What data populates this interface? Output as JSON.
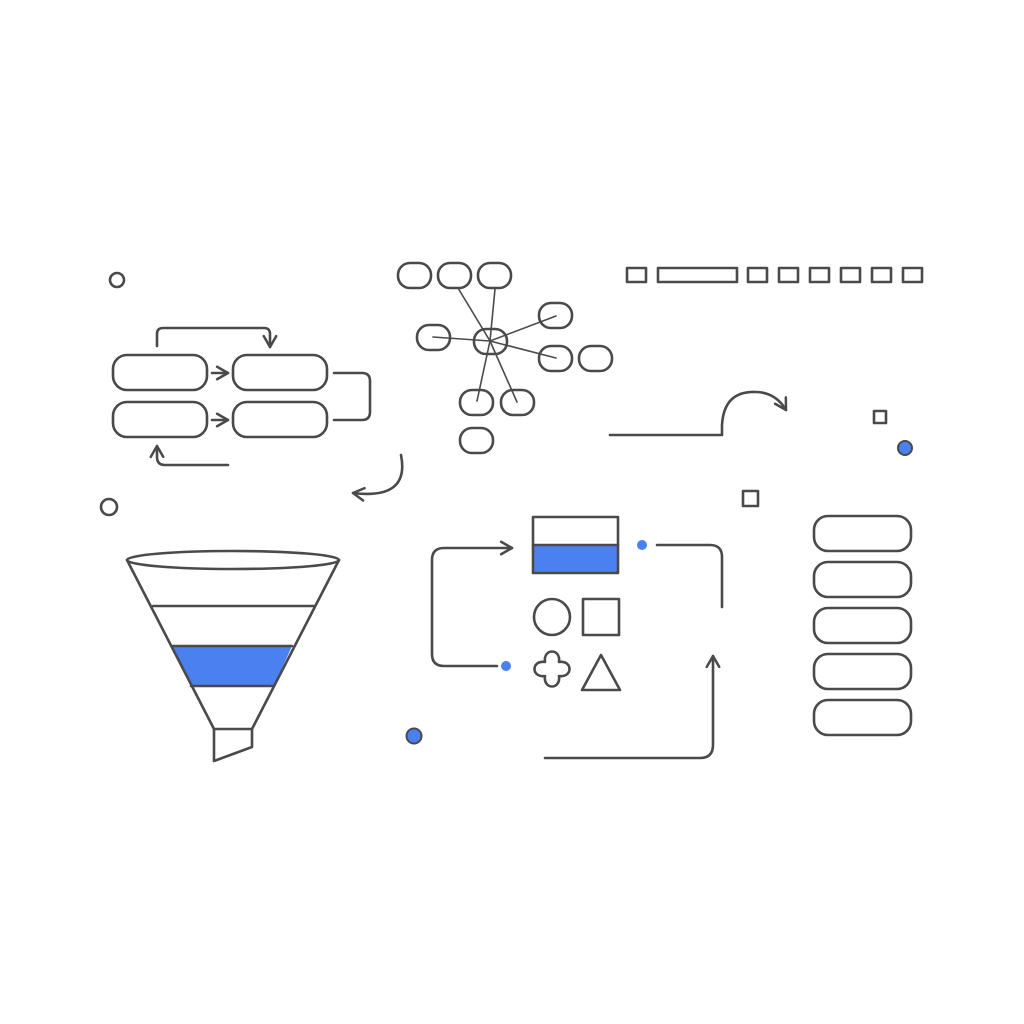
{
  "colors": {
    "stroke": "#4a4a4a",
    "accent": "#4a80f0",
    "background": "#ffffff"
  },
  "groups": [
    {
      "name": "process-flow",
      "highlighted_step": "bottom-right"
    },
    {
      "name": "node-graph",
      "highlighted_nodes": 3
    },
    {
      "name": "step-progress-bar",
      "segments": 8,
      "active_segment": 2
    },
    {
      "name": "funnel",
      "bands": 4,
      "highlighted_band": 3
    },
    {
      "name": "shape-cycle",
      "shapes": [
        "circle-icon",
        "square-icon",
        "clover-icon",
        "triangle-icon"
      ]
    },
    {
      "name": "stacked-list",
      "items": 5
    }
  ]
}
